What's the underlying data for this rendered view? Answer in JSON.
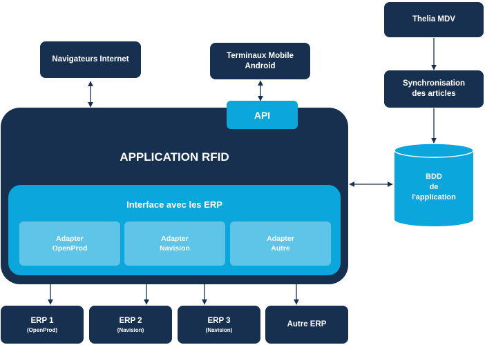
{
  "colors": {
    "dark_navy": "#17304f",
    "cyan": "#0aa6dc",
    "cyan_light": "#5ec4e8",
    "arrow": "#17304f"
  },
  "nodes": {
    "navigateurs": {
      "label": "Navigateurs Internet"
    },
    "terminaux": {
      "line1": "Terminaux Mobile",
      "line2": "Android"
    },
    "thelia": {
      "label": "Thelia MDV"
    },
    "synchro": {
      "line1": "Synchronisation",
      "line2": "des articles"
    },
    "api": {
      "label": "API"
    },
    "application": {
      "title": "APPLICATION RFID"
    },
    "interface": {
      "title": "Interface avec les ERP"
    },
    "adapters": [
      {
        "line1": "Adapter",
        "line2": "OpenProd"
      },
      {
        "line1": "Adapter",
        "line2": "Navision"
      },
      {
        "line1": "Adapter",
        "line2": "Autre"
      }
    ],
    "bdd": {
      "line1": "BDD",
      "line2": "de",
      "line3": "l'application"
    },
    "erps": [
      {
        "label": "ERP 1",
        "sub": "(OpenProd)"
      },
      {
        "label": "ERP 2",
        "sub": "(Navision)"
      },
      {
        "label": "ERP 3",
        "sub": "(Navision)"
      },
      {
        "label": "Autre ERP",
        "sub": ""
      }
    ]
  }
}
